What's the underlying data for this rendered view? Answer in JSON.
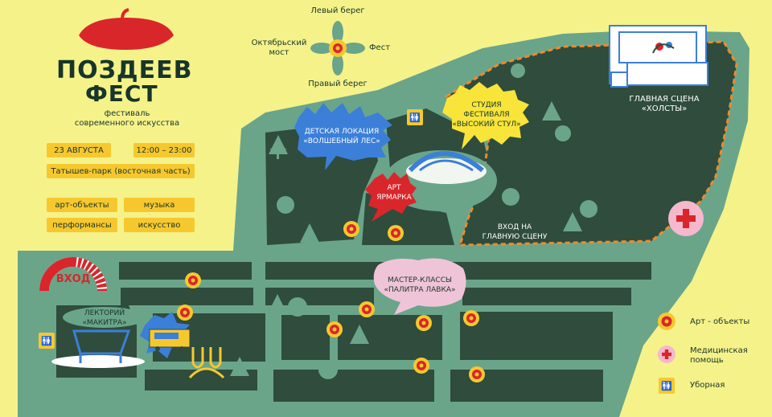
{
  "header": {
    "logo_line1": "ПОЗДЕЕВ",
    "logo_line2": "ФЕСТ",
    "subtitle_line1": "фестиваль",
    "subtitle_line2": "современного искусства"
  },
  "info": {
    "date": "23 АВГУСТА",
    "time": "12:00 – 23:00",
    "place": "Татышев-парк (восточная часть)"
  },
  "tags": [
    "арт-объекты",
    "музыка",
    "перформансы",
    "искусство"
  ],
  "compass": {
    "top": "Левый берег",
    "left_line1": "Октябрьский",
    "left_line2": "мост",
    "right": "Фест",
    "bottom": "Правый берег"
  },
  "locations": {
    "entrance": "ВХОД",
    "kids_line1": "ДЕТСКАЯ ЛОКАЦИЯ",
    "kids_line2": "«ВОЛШЕБНЫЙ ЛЕС»",
    "studio_line1": "СТУДИЯ",
    "studio_line2": "ФЕСТИВАЛЯ",
    "studio_line3": "«ВЫСОКИЙ СТУЛ»",
    "art_fair_line1": "АРТ",
    "art_fair_line2": "ЯРМАРКА",
    "main_stage_line1": "ГЛАВНАЯ СЦЕНА",
    "main_stage_line2": "«ХОЛСТЫ»",
    "main_entrance_line1": "ВХОД НА",
    "main_entrance_line2": "ГЛАВНУЮ СЦЕНУ",
    "masterclass_line1": "МАСТЕР-КЛАССЫ",
    "masterclass_line2": "«ПАЛИТРА ЛАВКА»",
    "lecture_line1": "ЛЕКТОРИЙ",
    "lecture_line2": "«МАКИТРА»"
  },
  "legend": {
    "art_objects": "Арт - объекты",
    "medical_line1": "Медицинская",
    "medical_line2": "помощь",
    "toilet": "Уборная"
  },
  "colors": {
    "background": "#f5f28a",
    "park_light": "#6aa58a",
    "park_dark": "#2f4c3d",
    "accent_red": "#d9262b",
    "accent_yellow": "#f7c82e",
    "bubble_blue": "#3b7fd9",
    "bubble_pink": "#f0c4d8",
    "bubble_yellow": "#f9e43a",
    "medical_pink": "#f5b8cc",
    "orange_route": "#f08a2c"
  },
  "icons": [
    "tomato-logo-icon",
    "compass-flower-icon",
    "toilet-icon",
    "medical-cross-icon",
    "art-object-icon",
    "tree-icon",
    "bridge-icon",
    "food-truck-icon",
    "swing-icon",
    "stage-icon"
  ]
}
